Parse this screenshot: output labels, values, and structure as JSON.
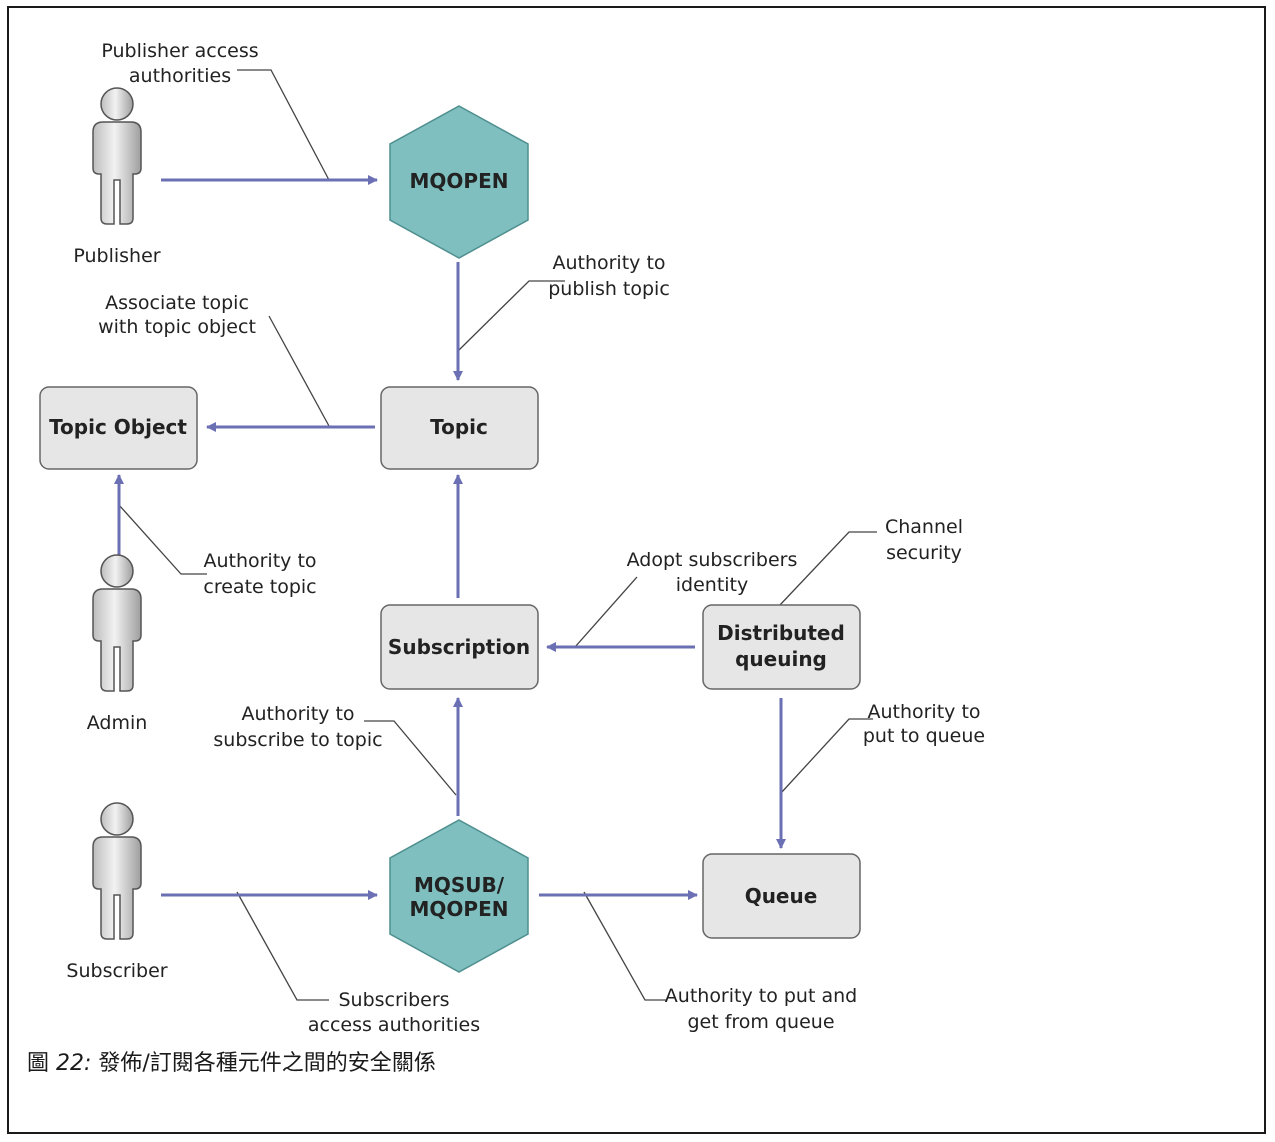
{
  "colors": {
    "arrow": "#6b6fb3",
    "hexagon": "#7fbfbf",
    "box_fill": "#e6e6e6",
    "box_border": "#666666",
    "callout": "#444444"
  },
  "icons": {
    "person": "person-icon"
  },
  "actors": {
    "publisher": "Publisher",
    "admin": "Admin",
    "subscriber": "Subscriber"
  },
  "nodes": {
    "mqopen": "MQOPEN",
    "mqsub_line1": "MQSUB/",
    "mqsub_line2": "MQOPEN",
    "topic": "Topic",
    "topic_object": "Topic Object",
    "subscription": "Subscription",
    "distributed_line1": "Distributed",
    "distributed_line2": "queuing",
    "queue": "Queue"
  },
  "annotations": {
    "publisher_access": [
      "Publisher access",
      "authorities"
    ],
    "publish_topic": [
      "Authority to",
      "publish topic"
    ],
    "associate_topic": [
      "Associate topic",
      "with topic object"
    ],
    "create_topic": [
      "Authority to",
      "create topic"
    ],
    "adopt_identity": [
      "Adopt subscribers",
      "identity"
    ],
    "channel_security": [
      "Channel",
      "security"
    ],
    "subscribe_topic": [
      "Authority to",
      "subscribe to topic"
    ],
    "put_to_queue": [
      "Authority to",
      "put to queue"
    ],
    "subscribers_access": [
      "Subscribers",
      "access authorities"
    ],
    "put_get_queue": [
      "Authority to put and",
      "get from queue"
    ]
  },
  "caption": {
    "prefix": "圖 ",
    "number": "22:",
    "text": " 發佈/訂閱各種元件之間的安全關係"
  }
}
